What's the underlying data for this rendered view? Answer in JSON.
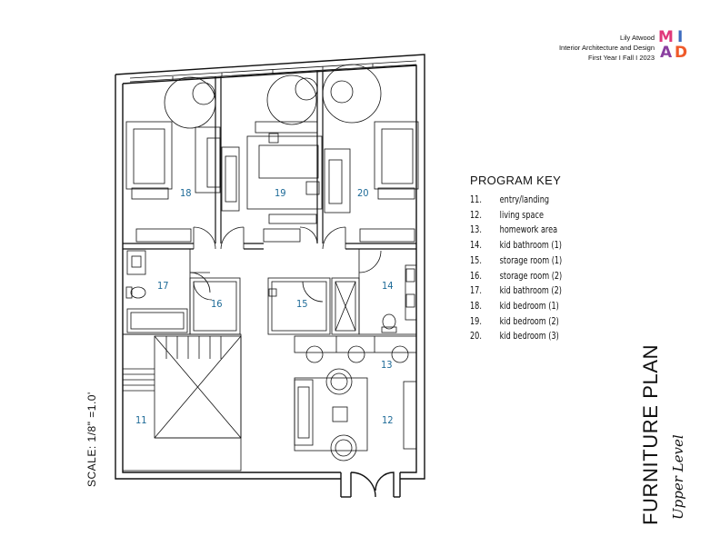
{
  "credits": {
    "name": "Lily Atwood",
    "program": "Interior Architecture and Design",
    "term": "First Year I Fall I 2023"
  },
  "logo": {
    "letters": [
      "M",
      "I",
      "A",
      "D"
    ],
    "colors": [
      "#e0387a",
      "#3d6bbf",
      "#8a3fa0",
      "#ef5a2a"
    ]
  },
  "program_key": {
    "title": "PROGRAM KEY",
    "items": [
      {
        "num": "11.",
        "label": "entry/landing"
      },
      {
        "num": "12.",
        "label": "living space"
      },
      {
        "num": "13.",
        "label": "homework area"
      },
      {
        "num": "14.",
        "label": "kid bathroom (1)"
      },
      {
        "num": "15.",
        "label": "storage room (1)"
      },
      {
        "num": "16.",
        "label": "storage room (2)"
      },
      {
        "num": "17.",
        "label": "kid bathroom (2)"
      },
      {
        "num": "18.",
        "label": "kid bedroom (1)"
      },
      {
        "num": "19.",
        "label": "kid bedroom (2)"
      },
      {
        "num": "20.",
        "label": "kid bedroom (3)"
      }
    ]
  },
  "scale_note": "SCALE: 1/8\" =1.0'",
  "sheet_title": "FURNITURE PLAN",
  "sheet_subtitle": "Upper Level",
  "rooms": {
    "r11": "11",
    "r12": "12",
    "r13": "13",
    "r14": "14",
    "r15": "15",
    "r16": "16",
    "r17": "17",
    "r18": "18",
    "r19": "19",
    "r20": "20"
  }
}
